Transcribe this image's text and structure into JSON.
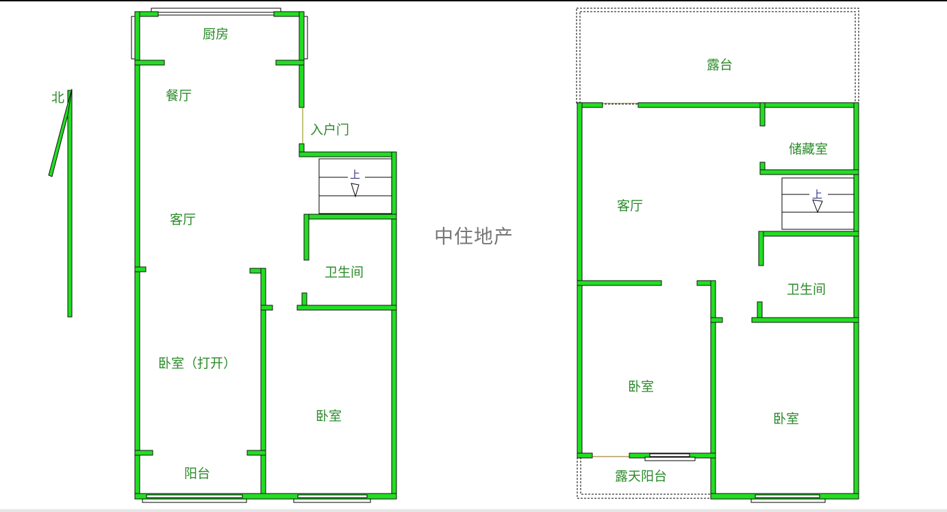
{
  "plan_left": {
    "rooms": {
      "kitchen": "厨房",
      "dining": "餐厅",
      "entrance_door": "入户门",
      "living": "客厅",
      "bathroom": "卫生间",
      "bedroom_open": "卧室（打开）",
      "bedroom": "卧室",
      "balcony": "阳台"
    },
    "stair_label": "上"
  },
  "plan_right": {
    "rooms": {
      "terrace": "露台",
      "storage": "储藏室",
      "living": "客厅",
      "bathroom": "卫生间",
      "bedroom_left": "卧室",
      "bedroom_right": "卧室",
      "open_balcony": "露天阳台"
    },
    "stair_label": "上"
  },
  "compass": {
    "label": "北"
  },
  "watermark": "中住地产",
  "colors": {
    "wall": "#22dd22",
    "label": "#2a8a2a",
    "watermark": "#777777"
  }
}
